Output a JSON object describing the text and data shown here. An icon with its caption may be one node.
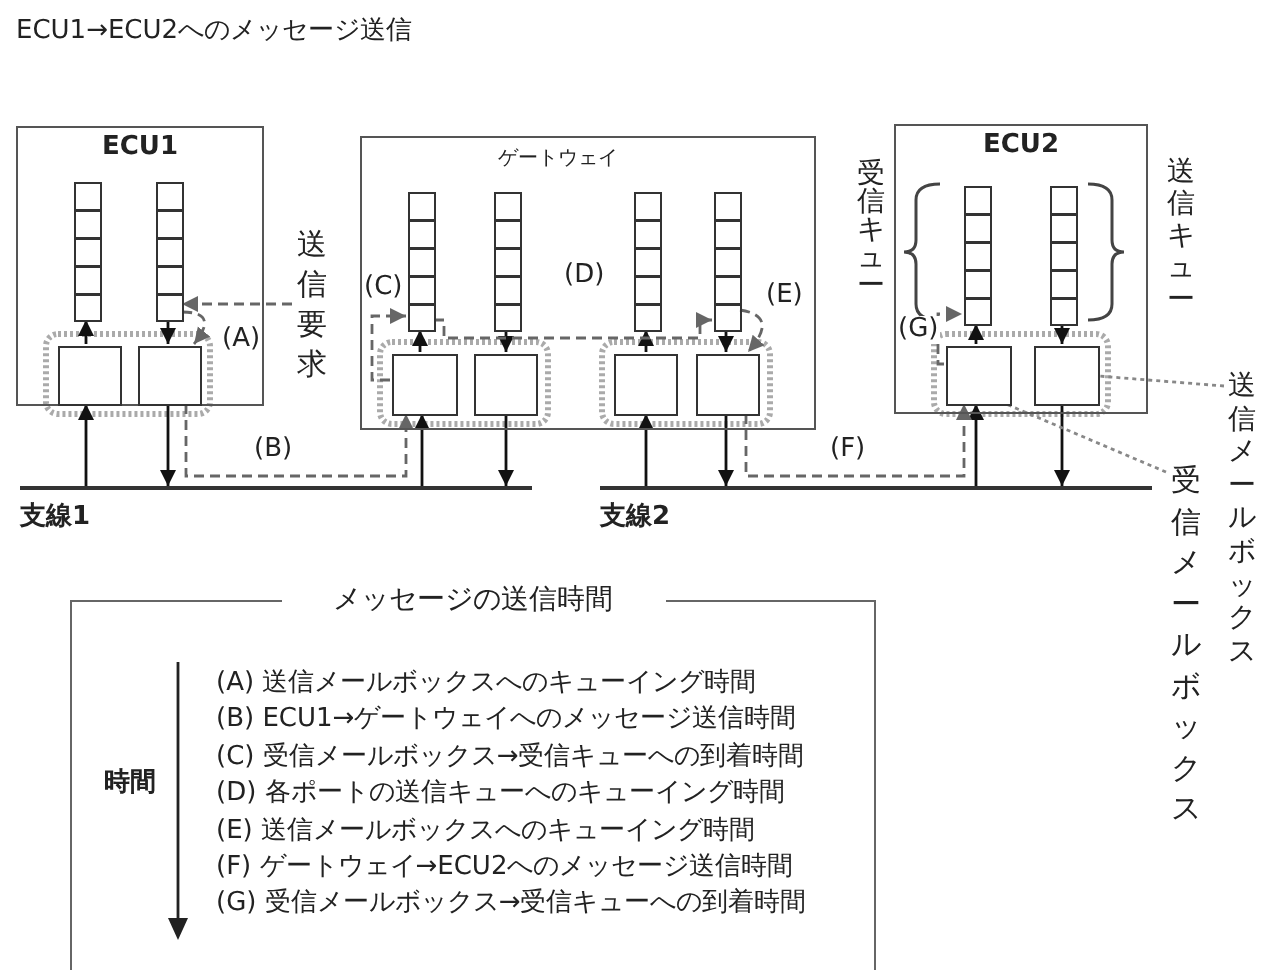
{
  "diagram": {
    "title": "ECU1→ECU2へのメッセージ送信",
    "nodes": [
      {
        "text": [
          "ECU1"
        ]
      },
      {
        "text": [],
        "shape": "box",
        "in": 0
      },
      {
        "text": [],
        "shape": "box",
        "in": 0
      },
      {
        "text": [],
        "shape": "box",
        "in": 0
      },
      {
        "text": [],
        "shape": "box",
        "in": 0
      },
      {
        "text": [
          "ゲートウェイ"
        ]
      },
      {
        "text": [],
        "shape": "box",
        "in": 5
      },
      {
        "text": [],
        "shape": "box",
        "in": 5
      },
      {
        "text": [],
        "shape": "box",
        "in": 5
      },
      {
        "text": [],
        "shape": "box",
        "in": 5
      },
      {
        "text": [],
        "shape": "box",
        "in": 5
      },
      {
        "text": [],
        "shape": "box",
        "in": 5
      },
      {
        "text": [],
        "shape": "box",
        "in": 5
      },
      {
        "text": [],
        "shape": "box",
        "in": 5
      },
      {
        "text": [
          "ECU2"
        ]
      },
      {
        "text": [],
        "shape": "box",
        "in": 14
      },
      {
        "text": [],
        "shape": "box",
        "in": 14
      },
      {
        "text": [],
        "shape": "box",
        "in": 14
      },
      {
        "text": [],
        "shape": "box",
        "in": 14
      },
      {
        "text": [
          "支線1"
        ]
      },
      {
        "text": [
          "支線2"
        ]
      },
      {
        "text": [
          "送信要求"
        ]
      },
      {
        "text": [
          "送信メールボックス"
        ]
      },
      {
        "text": [
          "受信メールボックス"
        ]
      },
      {
        "text": [
          "メッセージの送信時間",
          "時間",
          "(A) 送信メールボックスへのキューイング時間",
          "(B) ECU1→ゲートウェイへのメッセージ送信時間",
          "(C) 受信メールボックス→受信キューへの到着時間",
          "(D) 各ポートの送信キューへのキューイング時間",
          "(E) 送信メールボックスへのキューイング時間",
          "(F) ゲートウェイ→ECU2へのメッセージ送信時間",
          "(G) 受信メールボックス→受信キューへの到着時間"
        ]
      }
    ],
    "edges": [
      {
        "from": 19,
        "to": 3,
        "arrow": "to"
      },
      {
        "from": 3,
        "to": 1,
        "arrow": "to"
      },
      {
        "from": 2,
        "to": 4,
        "arrow": "to"
      },
      {
        "from": 4,
        "to": 19,
        "arrow": "to"
      },
      {
        "from": 19,
        "to": 10,
        "arrow": "to"
      },
      {
        "from": 10,
        "to": 6,
        "arrow": "to"
      },
      {
        "from": 7,
        "to": 11,
        "arrow": "to"
      },
      {
        "from": 11,
        "to": 19,
        "arrow": "to"
      },
      {
        "from": 20,
        "to": 12,
        "arrow": "to"
      },
      {
        "from": 12,
        "to": 8,
        "arrow": "to"
      },
      {
        "from": 9,
        "to": 13,
        "arrow": "to"
      },
      {
        "from": 13,
        "to": 20,
        "arrow": "to"
      },
      {
        "from": 20,
        "to": 17,
        "arrow": "to"
      },
      {
        "from": 17,
        "to": 15,
        "arrow": "to"
      },
      {
        "from": 16,
        "to": 18,
        "arrow": "to"
      },
      {
        "from": 18,
        "to": 20,
        "arrow": "to"
      },
      {
        "from": 21,
        "to": 2,
        "arrow": "to",
        "style": "dashed",
        "color": "#666666"
      },
      {
        "from": 2,
        "to": 4,
        "arrow": "to",
        "label": "(A)",
        "style": "dashed",
        "color": "#666666"
      },
      {
        "from": 4,
        "to": 10,
        "arrow": "to",
        "label": "(B)",
        "style": "dashed",
        "color": "#666666"
      },
      {
        "from": 10,
        "to": 6,
        "arrow": "to",
        "label": "(C)",
        "style": "dashed",
        "color": "#666666"
      },
      {
        "from": 6,
        "to": 9,
        "arrow": "to",
        "label": "(D)",
        "style": "dashed",
        "color": "#666666"
      },
      {
        "from": 9,
        "to": 13,
        "arrow": "to",
        "label": "(E)",
        "style": "dashed",
        "color": "#666666"
      },
      {
        "from": 13,
        "to": 17,
        "arrow": "to",
        "label": "(F)",
        "style": "dashed",
        "color": "#666666"
      },
      {
        "from": 17,
        "to": 15,
        "arrow": "to",
        "label": "(G)",
        "style": "dashed",
        "color": "#666666"
      },
      {
        "from": 22,
        "to": 18,
        "arrow": "none",
        "style": "dashed",
        "color": "#888888"
      },
      {
        "from": 23,
        "to": 17,
        "arrow": "none",
        "style": "dashed",
        "color": "#888888"
      }
    ],
    "labels": [
      "受信キュー",
      "送信キュー"
    ]
  }
}
